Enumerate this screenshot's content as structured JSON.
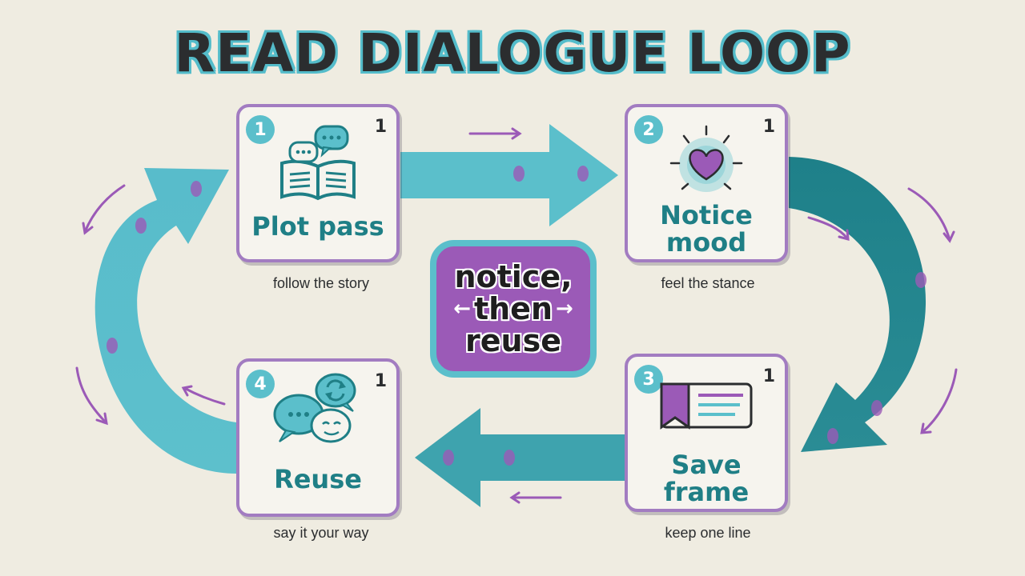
{
  "title": "READ DIALOGUE LOOP",
  "center": {
    "line1": "notice,",
    "line2": "then",
    "line3": "reuse"
  },
  "steps": [
    {
      "number": "1",
      "count": "1",
      "label": "Plot pass",
      "caption": "follow the story",
      "icon": "open-book-speech-bubbles-icon"
    },
    {
      "number": "2",
      "count": "1",
      "label": "Notice mood",
      "caption": "feel the stance",
      "icon": "glowing-heart-icon"
    },
    {
      "number": "3",
      "count": "1",
      "label": "Save frame",
      "caption": "keep one line",
      "icon": "bookmark-card-icon"
    },
    {
      "number": "4",
      "count": "1",
      "label": "Reuse",
      "caption": "say it your way",
      "icon": "chat-bubbles-refresh-icon"
    }
  ],
  "colors": {
    "teal_light": "#5bbfcb",
    "teal_dark": "#1f7f86",
    "purple": "#9b5ab7",
    "background": "#efece1"
  }
}
